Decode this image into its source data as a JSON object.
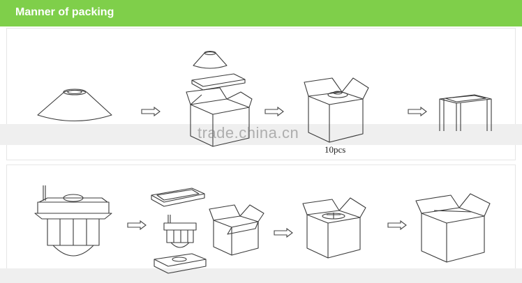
{
  "header": {
    "title": "Manner of packing",
    "color": "#7fcf4a"
  },
  "row1": {
    "quantity_label": "10pcs"
  },
  "watermark": {
    "text": "trade.china.cn"
  }
}
